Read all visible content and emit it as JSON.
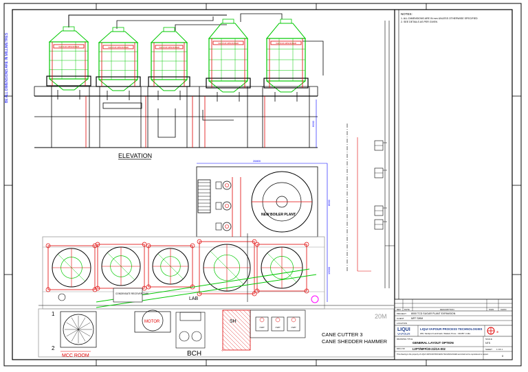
{
  "side_note": "BE ALL DIMENSIONS ARE IN MILLIMETRES",
  "notes": {
    "heading": "NOTES:",
    "line1": "1. ALL DIMENSIONS ARE IN mm UNLESS OTHERWISE SPECIFIED",
    "line2": "2. SEE DETAILS AS PER GIVEN"
  },
  "elevation_title": "ELEVATION",
  "tank_label": "VAPOUR ABSORBER",
  "boiler_label": "NEW BOILER PLANT",
  "dimensions": {
    "plan_width": "26800",
    "plan_height": "8000",
    "plan_height_lower": "13000",
    "elev_height": "6000"
  },
  "labels": {
    "room2": "20M",
    "cane_cutter": "CANE CUTTER 3",
    "cane_shredder": "CANE SHEDDER HAMMER",
    "lab": "LAB",
    "sh": "SH",
    "bch": "BCH",
    "mcc": "MCC ROOM",
    "num1": "1",
    "num2": "2",
    "panel_note": "CONDENSATE RECEIVER TANK",
    "small_unit": "CWP",
    "motor": "MOTOR"
  },
  "title_block": {
    "rev_header": "REV",
    "date_header": "DATE",
    "desc_header": "DESCRIPTION",
    "sign_header": "SIGN",
    "checked_header": "CHKD",
    "project_label": "PROJECT",
    "project_value": "8000 TCD SUGAR PLANT EXPANSION",
    "client_label": "CLIENT",
    "client_value": "MFF SWM",
    "location_label": "LOCATION",
    "company_name": "LIQUI VAPOUR PROCESS TECHNOLOGIES",
    "company_address": "206, Sankpuri Landmark, Wakad, Pune - 411057, India",
    "logo_top": "LIQUI",
    "logo_bottom": "VAPOUR",
    "drawing_label": "DRAWING TITLE",
    "drawing_title": "GENERAL LAYOUT OPTION",
    "scale_label": "SCALE",
    "scale_value": "NTS",
    "drawing_no_label": "DRG NO",
    "drawing_no": "LVPT/MFF/20-21/GA-002",
    "sheet_label": "SHEET",
    "sheet_value": "1 OF 1",
    "rev_value": "0",
    "disclaimer": "This drawing is the property of LIQUI VAPOUR PROCESS TECHNOLOGIES and shall not be reproduced or copied."
  },
  "colors": {
    "green": "#00c800",
    "red": "#e00000",
    "blue": "#0000ff",
    "black": "#000000",
    "magenta": "#ff00ff",
    "gray": "#9a9a9a"
  }
}
